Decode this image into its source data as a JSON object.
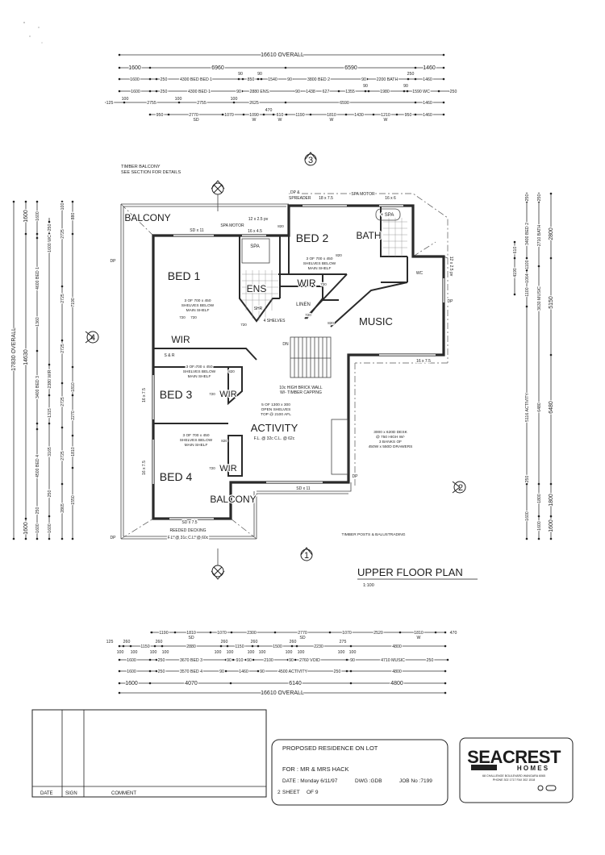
{
  "plan_title": "UPPER FLOOR PLAN",
  "scale": "1:100",
  "grid_markers": [
    "1",
    "2",
    "3",
    "4"
  ],
  "rooms": {
    "balcony_top": "BALCONY",
    "bed1": "BED 1",
    "ens": "ENS",
    "bed2": "BED 2",
    "bath": "BATH",
    "wir_bed2": "WIR",
    "music": "MUSIC",
    "wir_bed1": "WIR",
    "bed3": "BED 3",
    "wir_bed3": "WIR",
    "activity": "ACTIVITY",
    "bed4": "BED 4",
    "wir_bed4": "WIR",
    "balcony_bottom": "BALCONY",
    "linen": "LINEN",
    "spa": "SPA",
    "bath_spa": "+ SPA",
    "wc": "WC",
    "s_and_r": "S & R",
    "shr": "SHR"
  },
  "notes": [
    "TIMBER BALCONY",
    "SEE SECTION FOR DETAILS",
    "DP &",
    "SPREADER",
    "18 x 7.5",
    "SPA MOTOR",
    "16 x 6",
    "12 x 2.5 pv",
    "SPA MOTOR",
    "16 x 4.5",
    "SD x 11",
    "3 OF 700 x 450",
    "SHELVES BELOW",
    "MAIN SHELF",
    "3 OF 700 x 450",
    "SHELVES BELOW",
    "MAIN SHELF",
    "3 OF 700 x 450",
    "SHELVES BELOW",
    "MAIN SHELF",
    "3 OF 700 x 450",
    "SHELVES BELOW",
    "MAIN SHELF",
    "4 SHELVES",
    "DN",
    "10c HIGH BRICK WALL",
    "W/- TIMBER CAPPING",
    "5 OF 1300 x 300",
    "OPEN SHELVES",
    "TOP @ 2100 AFL",
    "F.L. @ 32c    C.L. @ 62c",
    "3000 x 620D DESK",
    "@ 750 HIGH W/-",
    "3 BANKS OF",
    "450W x 550D DRAWERS",
    "TIMBER POSTS & BALUSTRADING",
    "REEDED DECKING",
    "F.L. @ 31c  C.L. @ 60c",
    "SD x 7.5",
    "SD x 11",
    "16 x 7.5",
    "16 x 7.5",
    "16 x 7.5",
    "12 x 2.5 pv",
    "DP",
    "DP",
    "DP",
    "DP",
    "820",
    "820",
    "820",
    "820",
    "820",
    "720",
    "720",
    "720",
    "720",
    "720",
    "720",
    "720"
  ],
  "dimensions": {
    "top": [
      [
        "16610 OVERALL"
      ],
      [
        "1600",
        "6960",
        "6590",
        "1460"
      ],
      [
        "1600",
        "250",
        "4300 BED BED 1",
        "90",
        "850",
        "90",
        "1540",
        "90",
        "3800 BED 2",
        "90",
        "2200 BATH",
        "250",
        "1460"
      ],
      [
        "1600",
        "250",
        "4300 BED 1",
        "90",
        "2880 ENS.",
        "90",
        "1438",
        "627",
        "1355",
        "90",
        "1980",
        "90",
        "1590 WC",
        "250"
      ],
      [
        "125",
        "100",
        "2755",
        "100",
        "2755",
        "100",
        "2625",
        "6590",
        "1460"
      ],
      [
        "950",
        "2770",
        "SD",
        "1070",
        "1090",
        "W",
        "470",
        "610",
        "W",
        "1190",
        "1810",
        "W",
        "1430",
        "1210",
        "W",
        "950",
        "1460"
      ]
    ],
    "bottom": [
      [
        "1190",
        "1810",
        "SD",
        "1070",
        "2300",
        "2770",
        "SD",
        "1070",
        "2520",
        "1810",
        "W",
        "470"
      ],
      [
        "125",
        "260",
        "100",
        "100",
        "1150",
        "260",
        "100",
        "100",
        "2880",
        "260",
        "100",
        "100",
        "1150",
        "260",
        "100",
        "100",
        "1500",
        "260",
        "100",
        "100",
        "2230",
        "275",
        "100",
        "100",
        "4800"
      ],
      [
        "1600",
        "250",
        "3670 BED 3",
        "90",
        "910",
        "90",
        "2100",
        "90",
        "2760 VOID",
        "90",
        "4710 MUSIC",
        "250"
      ],
      [
        "1600",
        "250",
        "3570 BED 4",
        "90",
        "1460",
        "90",
        "4500 ACTIVITY",
        "250",
        "4800"
      ],
      [
        "1600",
        "4070",
        "6140",
        "4800"
      ],
      [
        "16610 OVERALL"
      ]
    ],
    "left": [
      [
        "17830 OVERALL"
      ],
      [
        "1600",
        "14630",
        "1600"
      ],
      [
        "1600",
        "4600 BED 1",
        "1360",
        "3400 BED 3",
        "4500 BED 4",
        "250",
        "1600"
      ],
      [
        "250",
        "1600 WC",
        "2380 WIR",
        "1315",
        "3165",
        "250",
        "1600"
      ],
      [
        "100",
        "2725",
        "2725",
        "2725",
        "2725",
        "2725",
        "2865"
      ],
      [
        "880",
        "7190",
        "1810",
        "2270",
        "1810",
        "1550"
      ]
    ],
    "right": [
      [
        "610",
        "4190"
      ],
      [
        "250",
        "3400 BED 2",
        "1100",
        "1064",
        "1100",
        "5116 ACTIVITY",
        "250",
        "1600"
      ],
      [
        "250",
        "2710 BATH",
        "3630 MUSIC",
        "6480",
        "1800",
        "1600"
      ],
      [
        "2800",
        "5150",
        "6480",
        "1800",
        "1600"
      ]
    ]
  },
  "revision_table": {
    "headers": [
      "DATE",
      "SIGN",
      "COMMENT"
    ]
  },
  "title_block": {
    "project": "PROPOSED RESIDENCE ON LOT",
    "client": "FOR : MR & MRS HACK",
    "date": "DATE :  Monday 6/11/97",
    "drawing": "DWG  :GDB",
    "job": "JOB No :7199",
    "sheet": "SHEET",
    "sheet_number": "2",
    "of": "OF  9"
  },
  "logo": {
    "name": "SEACREST",
    "sub": "H O M E S",
    "address": "68 CHALLENGE BOULEVARD  WANGARA 6065",
    "phone": "PHONE  302 1717     FAX  302 1518"
  }
}
